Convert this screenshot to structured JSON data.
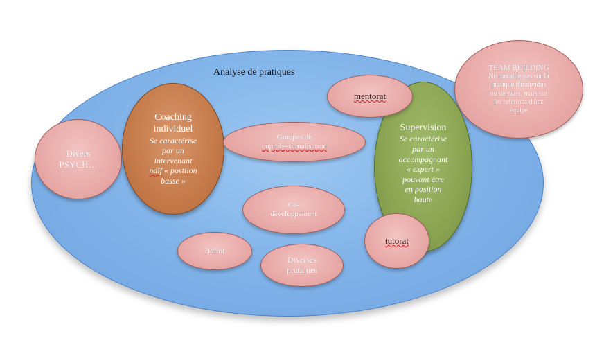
{
  "diagram": {
    "title": "Analyse de pratiques",
    "nodes": {
      "divers_psych": "Divers\nPSYCH…",
      "coaching": {
        "title": "Coaching\nindividuel",
        "description_before": "Se caractérise\npar un\nintervenant\n",
        "description_marked": "naïf",
        "description_after": " «  postiion\nbasse  »"
      },
      "groupes": {
        "line1": "Groupes de",
        "line2": "coprofessionalisation"
      },
      "mentorat": "mentorat",
      "supervision": {
        "title": "Supervision",
        "description": "Se caractérise\npar un\naccompagnant\n«  expert  »\npouvant être\nen position\nhaute"
      },
      "team_building": {
        "title": "TEAM BUILDING",
        "description": "Ne travaille pas sur la\npratique d'individus\nou de pairs, mais sur\nles relations d'une\néquipe"
      },
      "codeveloppement": "Co-\ndéveloppement",
      "balint": "Balint",
      "diverses_pratiques": "Diverses\npratiques",
      "tutorat": "tutorat"
    }
  },
  "colors": {
    "main_fill": "#83b5ea",
    "pink_fill": "#e8aaa8",
    "coaching_fill": "#c57a4a",
    "supervision_fill": "#8aa452",
    "spellcheck_underline": "#d02020"
  }
}
